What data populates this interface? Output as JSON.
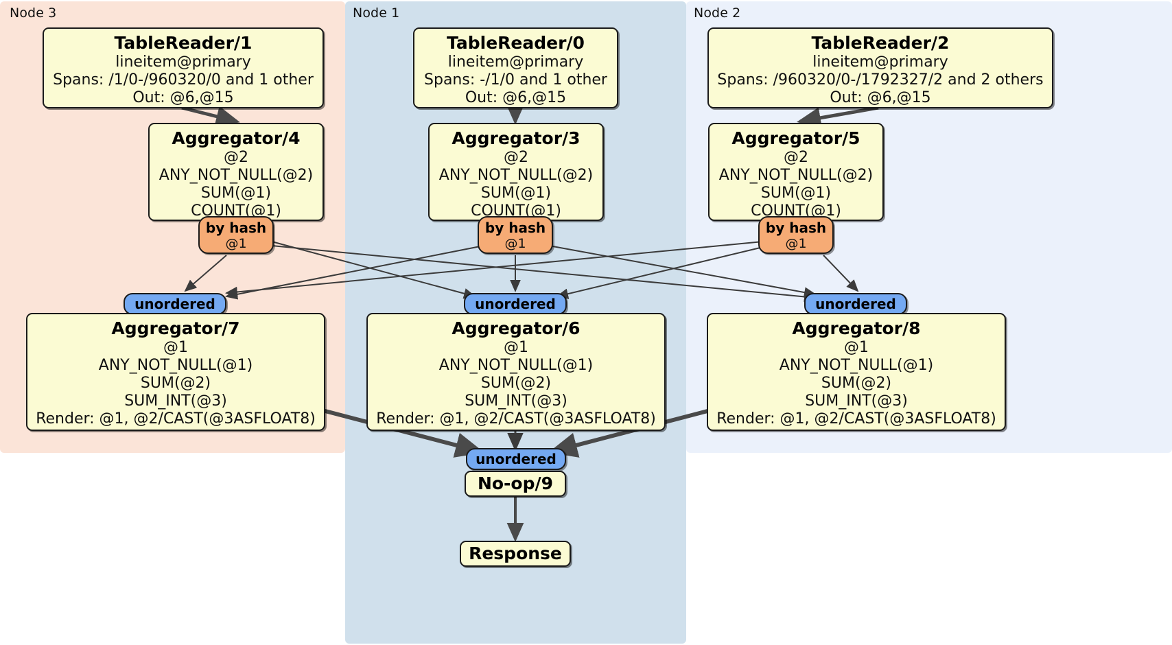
{
  "diagram": {
    "type": "distributed-query-plan",
    "colors": {
      "node3_panel": "#fbe4d8",
      "node1_panel": "#d0e0ec",
      "node2_panel": "#ebf1fb",
      "processor_box": "#fbfbd3",
      "hash_badge": "#f6ab75",
      "unordered_badge": "#74a9f2",
      "edge": "#3b3b3b"
    }
  },
  "nodes": [
    {
      "id": "node3",
      "label": "Node 3"
    },
    {
      "id": "node1",
      "label": "Node 1"
    },
    {
      "id": "node2",
      "label": "Node 2"
    }
  ],
  "processors": {
    "table_reader_1": {
      "title": "TableReader/1",
      "lines": [
        "lineitem@primary",
        "Spans: /1/0-/960320/0 and 1 other",
        "Out: @6,@15"
      ]
    },
    "table_reader_0": {
      "title": "TableReader/0",
      "lines": [
        "lineitem@primary",
        "Spans: -/1/0 and 1 other",
        "Out: @6,@15"
      ]
    },
    "table_reader_2": {
      "title": "TableReader/2",
      "lines": [
        "lineitem@primary",
        "Spans: /960320/0-/1792327/2 and 2 others",
        "Out: @6,@15"
      ]
    },
    "aggregator_4": {
      "title": "Aggregator/4",
      "lines": [
        "@2",
        "ANY_NOT_NULL(@2)",
        "SUM(@1)",
        "COUNT(@1)"
      ]
    },
    "aggregator_3": {
      "title": "Aggregator/3",
      "lines": [
        "@2",
        "ANY_NOT_NULL(@2)",
        "SUM(@1)",
        "COUNT(@1)"
      ]
    },
    "aggregator_5": {
      "title": "Aggregator/5",
      "lines": [
        "@2",
        "ANY_NOT_NULL(@2)",
        "SUM(@1)",
        "COUNT(@1)"
      ]
    },
    "aggregator_7": {
      "title": "Aggregator/7",
      "lines": [
        "@1",
        "ANY_NOT_NULL(@1)",
        "SUM(@2)",
        "SUM_INT(@3)",
        "Render: @1, @2/CAST(@3ASFLOAT8)"
      ]
    },
    "aggregator_6": {
      "title": "Aggregator/6",
      "lines": [
        "@1",
        "ANY_NOT_NULL(@1)",
        "SUM(@2)",
        "SUM_INT(@3)",
        "Render: @1, @2/CAST(@3ASFLOAT8)"
      ]
    },
    "aggregator_8": {
      "title": "Aggregator/8",
      "lines": [
        "@1",
        "ANY_NOT_NULL(@1)",
        "SUM(@2)",
        "SUM_INT(@3)",
        "Render: @1, @2/CAST(@3ASFLOAT8)"
      ]
    },
    "noop_9": {
      "title": "No-op/9",
      "lines": []
    },
    "response": {
      "title": "Response",
      "lines": []
    }
  },
  "routers": {
    "by_hash_left": {
      "label": "by hash",
      "column": "@1"
    },
    "by_hash_middle": {
      "label": "by hash",
      "column": "@1"
    },
    "by_hash_right": {
      "label": "by hash",
      "column": "@1"
    },
    "unordered_left": {
      "label": "unordered"
    },
    "unordered_middle": {
      "label": "unordered"
    },
    "unordered_right": {
      "label": "unordered"
    },
    "unordered_final": {
      "label": "unordered"
    }
  }
}
